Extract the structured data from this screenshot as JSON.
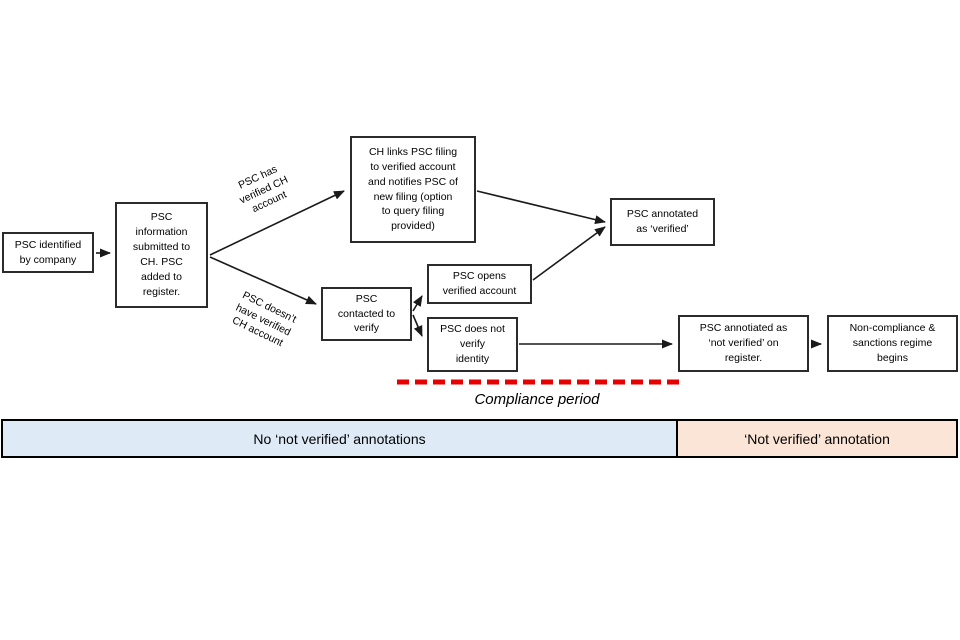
{
  "diagram": {
    "nodes": {
      "psc_identified": "PSC identified\nby company",
      "psc_info": "PSC\ninformation\nsubmitted to\nCH. PSC\nadded to\nregister.",
      "ch_links": "CH links PSC filing\nto verified account\nand notifies PSC of\nnew filing (option\nto query filing\nprovided)",
      "annotated_verified": "PSC annotated\nas ‘verified’",
      "contacted": "PSC\ncontacted to\nverify",
      "opens_account": "PSC opens\nverified account",
      "does_not_verify": "PSC does not\nverify\nidentity",
      "annotated_not_verified": "PSC annotiated as\n‘not verified’ on\nregister.",
      "non_compliance": "Non-compliance &\nsanctions regime\nbegins"
    },
    "edge_labels": {
      "has_account": "PSC has\nverified CH\naccount",
      "no_account": "PSC doesn’t\nhave verified\nCH account"
    },
    "compliance_period_label": "Compliance period",
    "colors": {
      "box_border": "#2b2b2b",
      "arrow": "#1a1a1a",
      "compliance_dashed_line": "#e60000"
    }
  },
  "timeline": {
    "bands": [
      {
        "label": "No ‘not verified’ annotations",
        "color": "#DEEBF7"
      },
      {
        "label": "‘Not verified’ annotation",
        "color": "#FBE5D6"
      }
    ]
  }
}
